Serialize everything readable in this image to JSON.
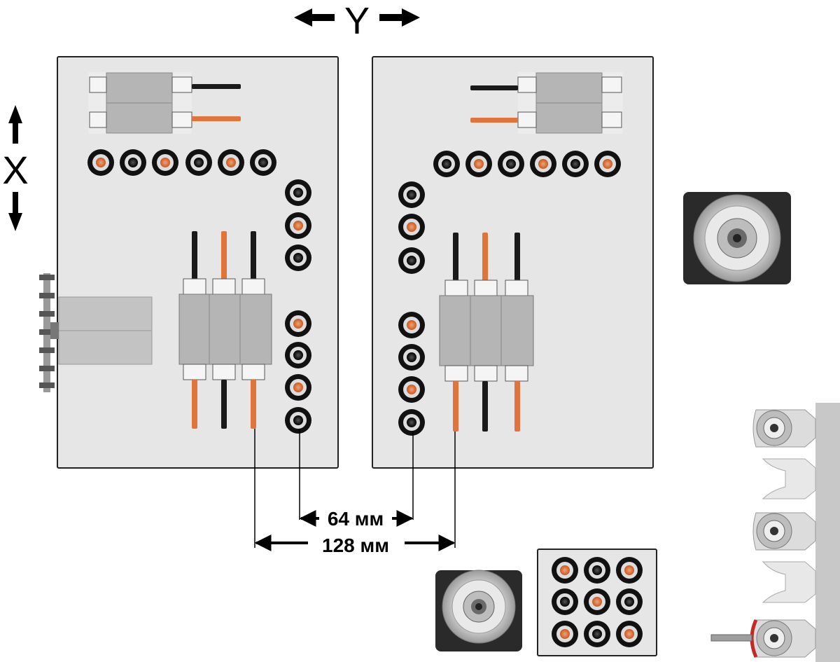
{
  "axes": {
    "y_label": "Y",
    "x_label": "X"
  },
  "dimensions": {
    "small": "64 мм",
    "large": "128 мм"
  },
  "colors": {
    "plate": "#e6e6e6",
    "plate_border": "#222222",
    "block": "#b3b3b3",
    "drill_orange": "#e0743a",
    "drill_black": "#1a1a1a",
    "bushing_ring": "#111111",
    "metal": "#d4d4d4",
    "rack": "#c8c8c8"
  },
  "icons": {
    "axis_arrow": "double-arrow-icon",
    "spindle": "spindle-icon",
    "bushing": "bushing-icon",
    "drill": "drill-bit-icon",
    "tool_fork": "tool-fork-icon"
  }
}
